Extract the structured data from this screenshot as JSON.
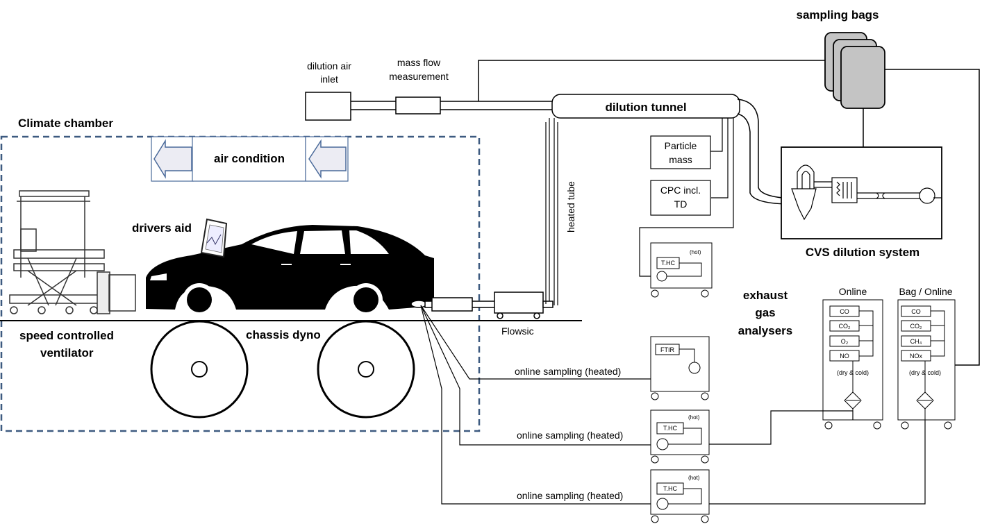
{
  "labels": {
    "climate_chamber": "Climate chamber",
    "air_condition": "air condition",
    "drivers_aid": "drivers aid",
    "speed_ventilator_1": "speed controlled",
    "speed_ventilator_2": "ventilator",
    "chassis_dyno": "chassis dyno",
    "dilution_air_inlet_1": "dilution air",
    "dilution_air_inlet_2": "inlet",
    "mass_flow_1": "mass flow",
    "mass_flow_2": "measurement",
    "dilution_tunnel": "dilution tunnel",
    "heated_tube": "heated tube",
    "flowsic": "Flowsic",
    "particle_mass_1": "Particle",
    "particle_mass_2": "mass",
    "cpc_1": "CPC incl.",
    "cpc_2": "TD",
    "sampling_bags": "sampling bags",
    "cvs_dilution_system": "CVS dilution system",
    "exhaust_1": "exhaust",
    "exhaust_2": "gas",
    "exhaust_3": "analysers",
    "online": "Online",
    "bag_online": "Bag / Online",
    "online_sampling_1": "online sampling (heated)",
    "online_sampling_2": "online sampling (heated)",
    "online_sampling_3": "online sampling (heated)"
  },
  "units": {
    "thc_top": {
      "tag": "(hot)",
      "box": "T.HC"
    },
    "ftir": {
      "box": "FTIR"
    },
    "thc_mid": {
      "tag": "(hot)",
      "box": "T.HC"
    },
    "thc_bot": {
      "tag": "(hot)",
      "box": "T.HC"
    }
  },
  "analysers": {
    "online": {
      "gases": [
        "CO",
        "CO₂",
        "O₂",
        "NO"
      ],
      "note": "(dry & cold)"
    },
    "bag_online": {
      "gases": [
        "CO",
        "CO₂",
        "CH₄",
        "NOx"
      ],
      "note": "(dry & cold)"
    }
  },
  "colors": {
    "chamber_border": "#3d5a80",
    "arrow_fill": "#ececf3",
    "arrow_stroke": "#4a6a9a",
    "bag_fill": "#c4c4c4",
    "line": "#000000"
  }
}
